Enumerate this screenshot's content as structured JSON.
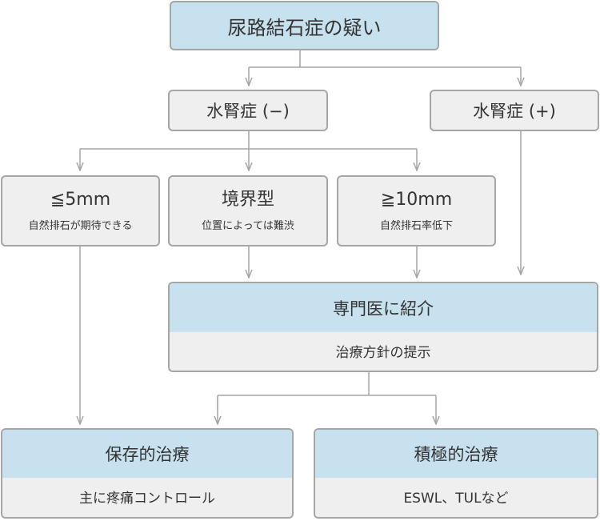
{
  "top": {
    "label": "尿路結石症の疑い"
  },
  "hydro_neg": {
    "label": "水腎症 (−)"
  },
  "hydro_pos": {
    "label": "水腎症 (+)"
  },
  "small": {
    "label": "≦5mm",
    "sub": "自然排石が期待できる"
  },
  "border": {
    "label": "境界型",
    "sub": "位置によっては難渋"
  },
  "large": {
    "label": "≧10mm",
    "sub": "自然排石率低下"
  },
  "referral": {
    "title": "専門医に紹介",
    "body": "治療方針の提示"
  },
  "conservative": {
    "title": "保存的治療",
    "body": "主に疼痛コントロール"
  },
  "active": {
    "title": "積極的治療",
    "body": "ESWL、TULなど"
  }
}
